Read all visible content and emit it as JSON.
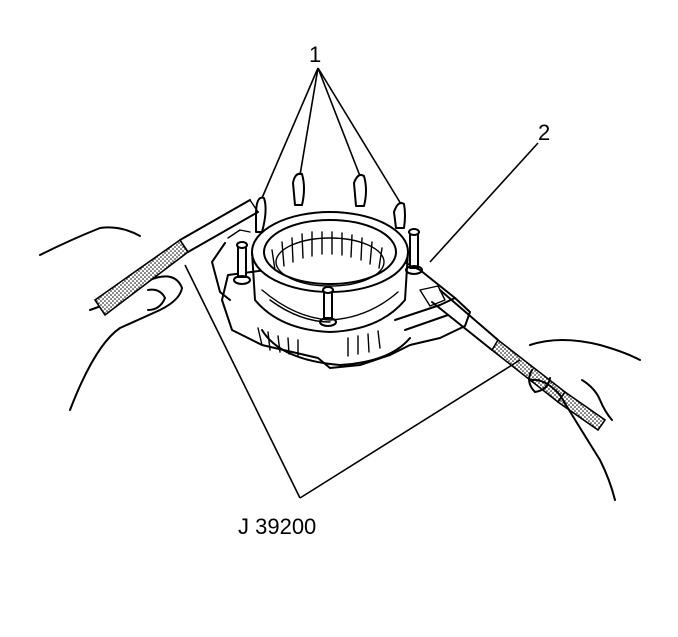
{
  "callouts": {
    "label_1": "1",
    "label_2": "2",
    "tool_label": "J 39200"
  }
}
